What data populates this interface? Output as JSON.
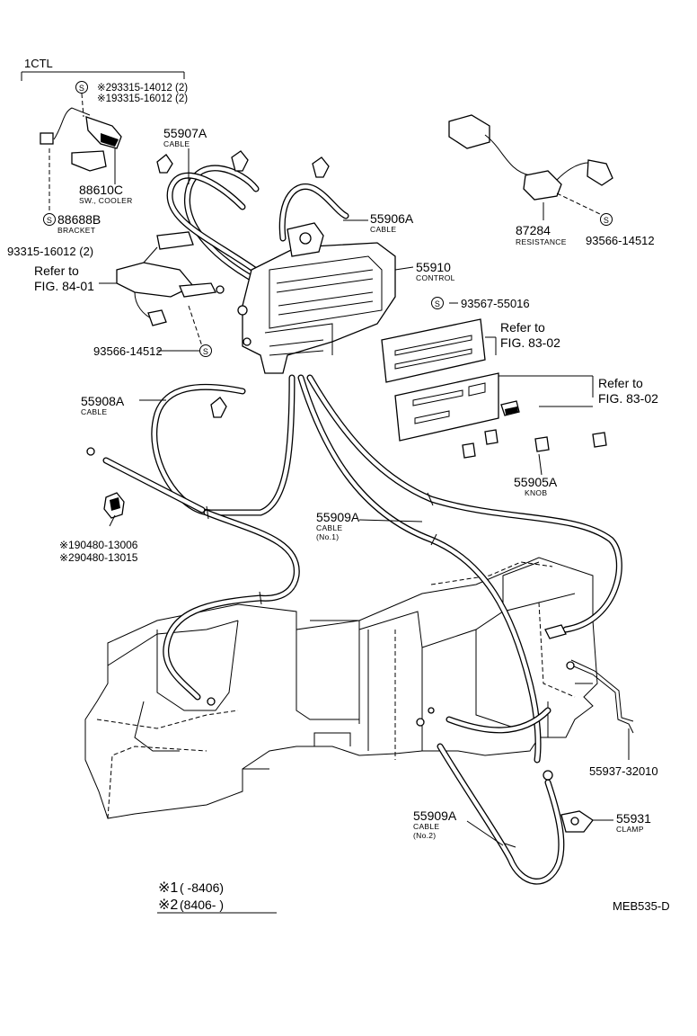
{
  "diagram": {
    "group_label": "1CTL",
    "parts": {
      "screw_top_line1": "※293315-14012 (2)",
      "screw_top_line2": "※193315-16012 (2)",
      "cable_55907A": {
        "number": "55907A",
        "name": "CABLE"
      },
      "sw_cooler": {
        "number": "88610C",
        "name": "SW., COOLER"
      },
      "bracket": {
        "number": "88688B",
        "name": "BRACKET"
      },
      "screw_93315": "93315-16012 (2)",
      "refer_84_line1": "Refer to",
      "refer_84_line2": "FIG. 84-01",
      "resistance": {
        "number": "87284",
        "name": "RESISTANCE"
      },
      "screw_93566_right": "93566-14512",
      "cable_55906A": {
        "number": "55906A",
        "name": "CABLE"
      },
      "control": {
        "number": "55910",
        "name": "CONTROL"
      },
      "screw_93567": "93567-55016",
      "refer_83a_line1": "Refer to",
      "refer_83a_line2": "FIG. 83-02",
      "refer_83b_line1": "Refer to",
      "refer_83b_line2": "FIG. 83-02",
      "screw_93566_left": "93566-14512",
      "cable_55908A": {
        "number": "55908A",
        "name": "CABLE"
      },
      "knob": {
        "number": "55905A",
        "name": "KNOB"
      },
      "bulb_line1": "※190480-13006",
      "bulb_line2": "※290480-13015",
      "cable_55909A_1": {
        "number": "55909A",
        "name": "CABLE",
        "sub": "(No.1)"
      },
      "rod": "55937-32010",
      "cable_55909A_2": {
        "number": "55909A",
        "name": "CABLE",
        "sub": "(No.2)"
      },
      "clamp": {
        "number": "55931",
        "name": "CLAMP"
      }
    },
    "legend": {
      "line1_mark": "※1",
      "line1_range": "(      -8406)",
      "line2_mark": "※2",
      "line2_range": "(8406-      )"
    },
    "figure_code": "MEB535-D",
    "screw_symbol": "S"
  }
}
